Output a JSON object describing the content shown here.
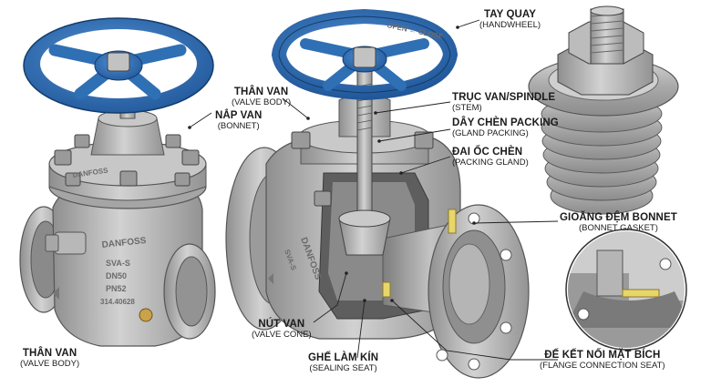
{
  "labels": {
    "handwheel": {
      "vi": "TAY QUAY",
      "en": "(HANDWHEEL)"
    },
    "valve_body_top": {
      "vi": "THÂN VAN",
      "en": "(VALVE BODY)"
    },
    "bonnet": {
      "vi": "NẮP VAN",
      "en": "(BONNET)"
    },
    "stem": {
      "vi": "TRỤC VAN/SPINDLE",
      "en": "(STEM)"
    },
    "gland_packing": {
      "vi": "DÂY CHÈN PACKING",
      "en": "(GLAND PACKING)"
    },
    "packing_gland": {
      "vi": "ĐAI ỐC CHÈN",
      "en": "(PACKING GLAND)"
    },
    "bonnet_gasket": {
      "vi": "GIOĂNG ĐỆM BONNET",
      "en": "(BONNET GASKET)"
    },
    "valve_body_bottom": {
      "vi": "THÂN VAN",
      "en": "(VALVE BODY)"
    },
    "valve_cone": {
      "vi": "NÚT VAN",
      "en": "(VALVE CONE)"
    },
    "sealing_seat": {
      "vi": "GHẾ LÀM KÍN",
      "en": "(SEALING SEAT)"
    },
    "flange_seat": {
      "vi": "ĐẾ KẾT NỐI MẶT BÍCH",
      "en": "(FLANGE CONNECTION SEAT)"
    }
  },
  "engravings": {
    "brand": "DANFOSS",
    "model": "SVA-S",
    "size": "DN50",
    "pressure": "PN52",
    "part_no": "314.40628",
    "wheel_text": "OPEN ← CLOSE"
  },
  "colors": {
    "handwheel_blue": "#2f6fb4",
    "metal": "#b9b9b9",
    "packing_yellow": "#e9d66b"
  }
}
